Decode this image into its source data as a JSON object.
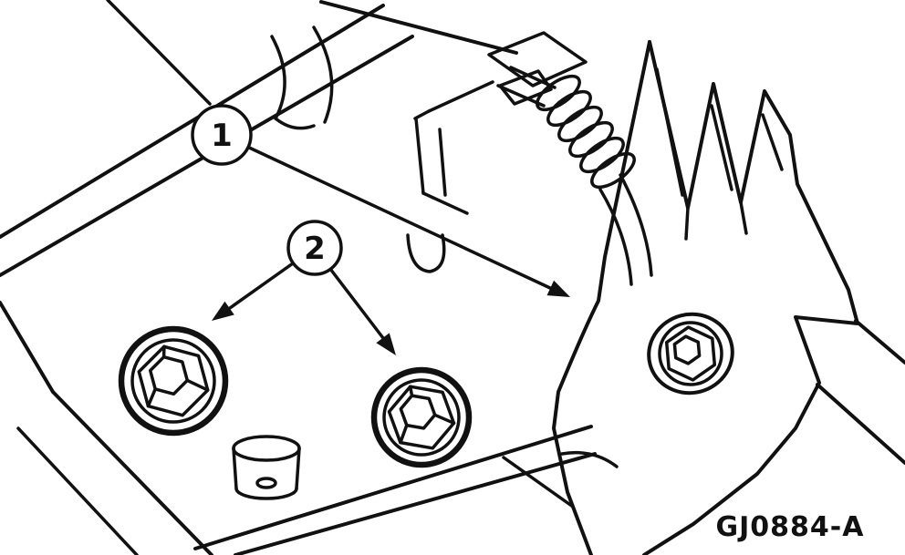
{
  "figure": {
    "code": "GJ0884-A",
    "callouts": [
      {
        "label": "1"
      },
      {
        "label": "2"
      }
    ]
  },
  "colors": {
    "line": "#111111",
    "background": "#ffffff"
  }
}
